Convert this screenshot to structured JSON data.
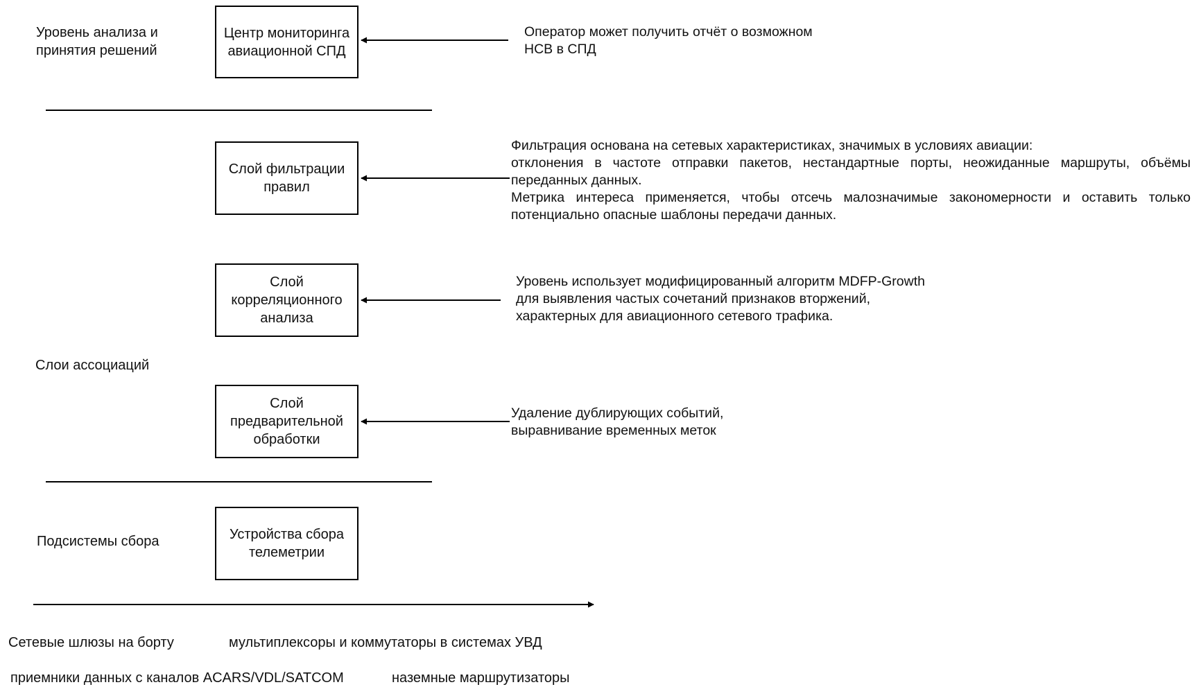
{
  "levels": {
    "analysis": "Уровень анализа и\nпринятия решений",
    "associations": "Слои ассоциаций",
    "collection": "Подсистемы сбора"
  },
  "boxes": {
    "monitoring": "Центр мониторинга\nавиационной СПД",
    "filtering": "Слой фильтрации\nправил",
    "correlation": "Слой\nкорреляционного\nанализа",
    "preprocessing": "Слой\nпредварительной\nобработки",
    "telemetry": "Устройства сбора\nтелеметрии"
  },
  "descriptions": {
    "monitoring": [
      "Оператор может получить отчёт о возможном",
      "НСВ в СПД"
    ],
    "filtering": [
      "Фильтрация основана на сетевых характеристиках, значимых в условиях авиации:",
      "отклонения в частоте отправки пакетов, нестандартные порты, неожиданные маршруты, объёмы",
      "переданных данных.",
      "Метрика интереса применяется, чтобы отсечь малозначимые закономерности и оставить только",
      "потенциально опасные шаблоны передачи данных."
    ],
    "correlation": [
      "Уровень использует модифицированный алгоритм MDFP-Growth",
      "для выявления частых сочетаний признаков вторжений,",
      "характерных для авиационного сетевого трафика."
    ],
    "preprocessing": [
      "Удаление дублирующих событий,",
      "выравнивание временных меток"
    ]
  },
  "sources": {
    "onboard_gateways": "Сетевые шлюзы на борту",
    "multiplexers": "мультиплексоры и коммутаторы в системах УВД",
    "receivers": "приемники данных с каналов ACARS/VDL/SATCOM",
    "ground_routers": "наземные маршрутизаторы"
  }
}
